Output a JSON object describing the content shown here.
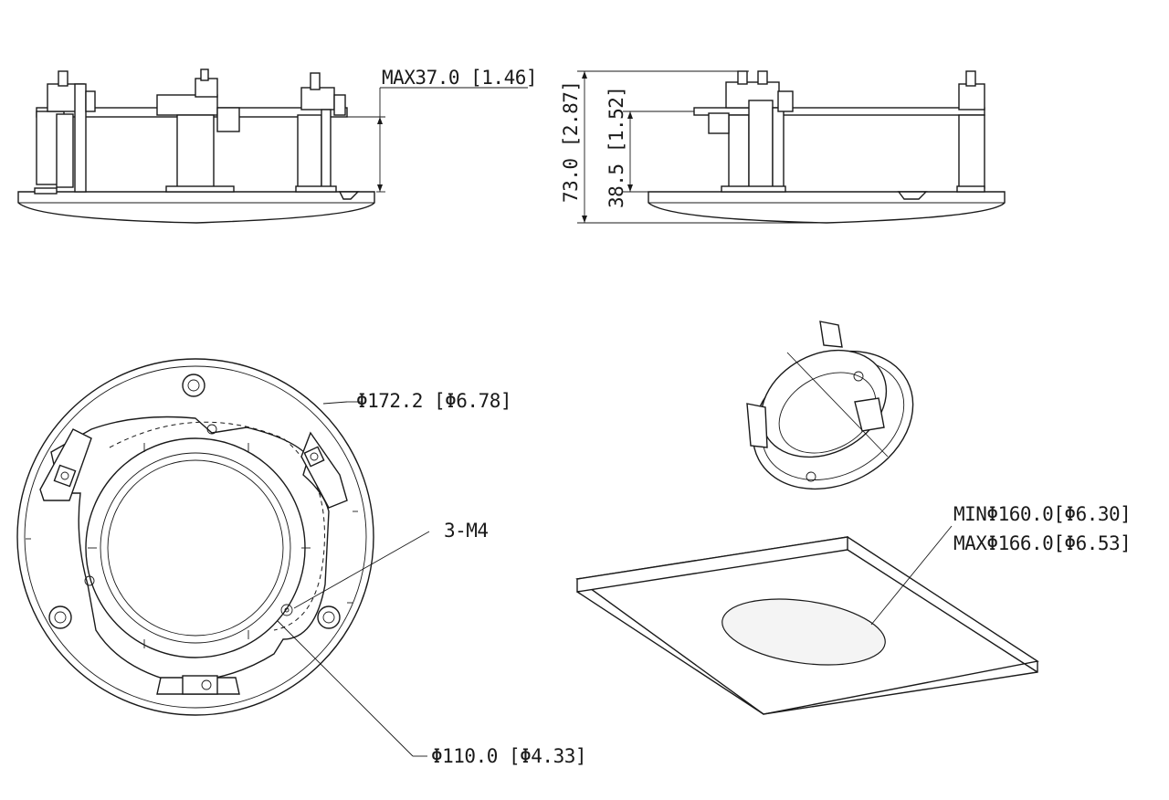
{
  "labels": {
    "max_height": "MAX37.0 [1.46]",
    "total_height": "73.0 [2.87]",
    "inner_height": "38.5 [1.52]",
    "outer_diameter": "Φ172.2 [Φ6.78]",
    "screw_spec": "3-M4",
    "inner_diameter": "Φ110.0 [Φ4.33]",
    "cutout_min": "MINΦ160.0[Φ6.30]",
    "cutout_max": "MAXΦ166.0[Φ6.53]"
  }
}
